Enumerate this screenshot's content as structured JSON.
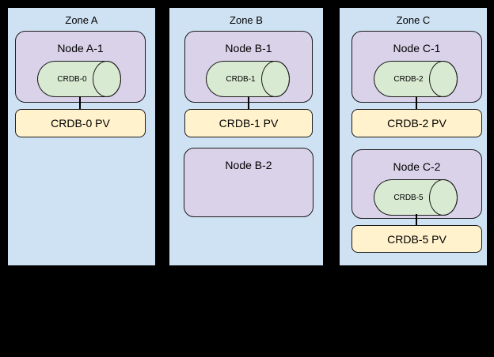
{
  "diagram": {
    "type": "zonal-architecture-diagram",
    "colors": {
      "background": "#000000",
      "zone_fill": "#cfe2f3",
      "node_fill": "#d9d2e9",
      "database_fill": "#d9ead3",
      "pv_fill": "#fff2cc",
      "outline": "#000000"
    }
  },
  "zones": [
    {
      "label": "Zone A",
      "nodes": [
        {
          "label": "Node A-1",
          "db_label": "CRDB-0",
          "pv_label": "CRDB-0 PV"
        }
      ]
    },
    {
      "label": "Zone B",
      "nodes": [
        {
          "label": "Node B-1",
          "db_label": "CRDB-1",
          "pv_label": "CRDB-1 PV"
        },
        {
          "label": "Node B-2"
        }
      ]
    },
    {
      "label": "Zone C",
      "nodes": [
        {
          "label": "Node C-1",
          "db_label": "CRDB-2",
          "pv_label": "CRDB-2 PV"
        },
        {
          "label": "Node C-2",
          "db_label": "CRDB-5",
          "pv_label": "CRDB-5 PV"
        }
      ]
    }
  ]
}
